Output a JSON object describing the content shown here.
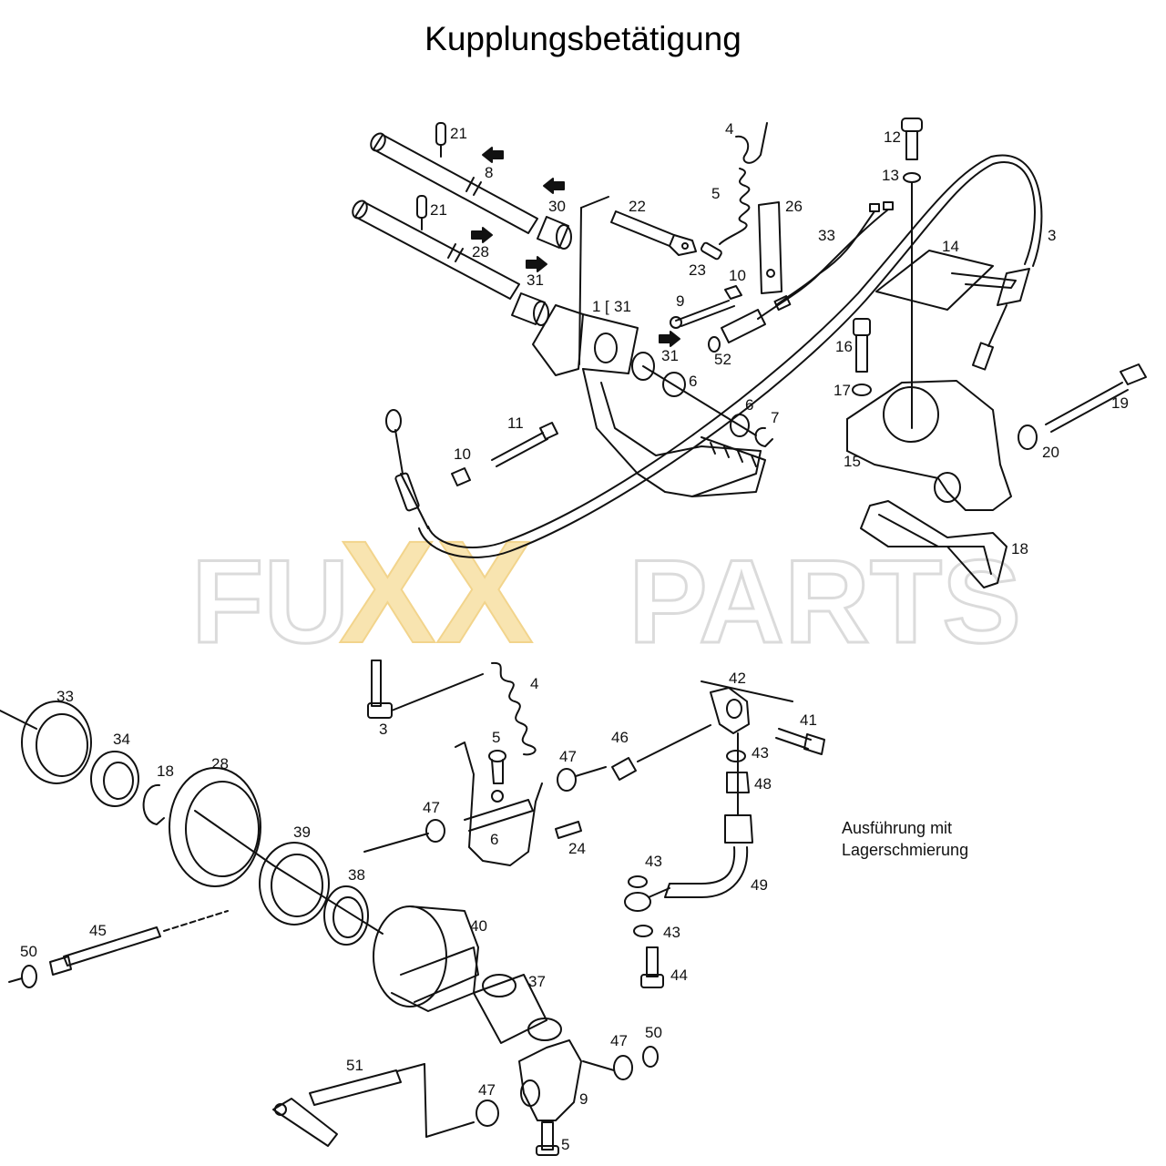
{
  "title": "Kupplungsbetätigung",
  "watermark": {
    "left": "FU",
    "mid": "XX",
    "right": "PARTS",
    "mid_color": "#f5d68a",
    "text_color": "#e2e2e2"
  },
  "note": {
    "line1": "Ausführung mit",
    "line2": "Lagerschmierung"
  },
  "callouts": [
    {
      "id": "c21a",
      "text": "21"
    },
    {
      "id": "c8",
      "text": "8"
    },
    {
      "id": "c30",
      "text": "30"
    },
    {
      "id": "c21b",
      "text": "21"
    },
    {
      "id": "c28a",
      "text": "28"
    },
    {
      "id": "c31a",
      "text": "31"
    },
    {
      "id": "c22",
      "text": "22"
    },
    {
      "id": "c4a",
      "text": "4"
    },
    {
      "id": "c5a",
      "text": "5"
    },
    {
      "id": "c26",
      "text": "26"
    },
    {
      "id": "c23",
      "text": "23"
    },
    {
      "id": "c10a",
      "text": "10"
    },
    {
      "id": "c9a",
      "text": "9"
    },
    {
      "id": "c1",
      "text": "1"
    },
    {
      "id": "c31b",
      "text": "31"
    },
    {
      "id": "c33a",
      "text": "33"
    },
    {
      "id": "c52",
      "text": "52"
    },
    {
      "id": "c31c",
      "text": "31"
    },
    {
      "id": "c6a",
      "text": "6"
    },
    {
      "id": "c6b",
      "text": "6"
    },
    {
      "id": "c7",
      "text": "7"
    },
    {
      "id": "c11",
      "text": "11"
    },
    {
      "id": "c10b",
      "text": "10"
    },
    {
      "id": "c12",
      "text": "12"
    },
    {
      "id": "c13",
      "text": "13"
    },
    {
      "id": "c14",
      "text": "14"
    },
    {
      "id": "c3a",
      "text": "3"
    },
    {
      "id": "c16",
      "text": "16"
    },
    {
      "id": "c17",
      "text": "17"
    },
    {
      "id": "c19",
      "text": "19"
    },
    {
      "id": "c15",
      "text": "15"
    },
    {
      "id": "c20",
      "text": "20"
    },
    {
      "id": "c18a",
      "text": "18"
    },
    {
      "id": "c33b",
      "text": "33"
    },
    {
      "id": "c34",
      "text": "34"
    },
    {
      "id": "c18b",
      "text": "18"
    },
    {
      "id": "c28b",
      "text": "28"
    },
    {
      "id": "c39",
      "text": "39"
    },
    {
      "id": "c38",
      "text": "38"
    },
    {
      "id": "c40",
      "text": "40"
    },
    {
      "id": "c45",
      "text": "45"
    },
    {
      "id": "c50a",
      "text": "50"
    },
    {
      "id": "c3b",
      "text": "3"
    },
    {
      "id": "c4b",
      "text": "4"
    },
    {
      "id": "c5b",
      "text": "5"
    },
    {
      "id": "c47a",
      "text": "47"
    },
    {
      "id": "c46",
      "text": "46"
    },
    {
      "id": "c47b",
      "text": "47"
    },
    {
      "id": "c6c",
      "text": "6"
    },
    {
      "id": "c24",
      "text": "24"
    },
    {
      "id": "c42",
      "text": "42"
    },
    {
      "id": "c41",
      "text": "41"
    },
    {
      "id": "c43a",
      "text": "43"
    },
    {
      "id": "c48",
      "text": "48"
    },
    {
      "id": "c43b",
      "text": "43"
    },
    {
      "id": "c49",
      "text": "49"
    },
    {
      "id": "c43c",
      "text": "43"
    },
    {
      "id": "c44",
      "text": "44"
    },
    {
      "id": "c37",
      "text": "37"
    },
    {
      "id": "c51",
      "text": "51"
    },
    {
      "id": "c47c",
      "text": "47"
    },
    {
      "id": "c50b",
      "text": "50"
    },
    {
      "id": "c47d",
      "text": "47"
    },
    {
      "id": "c9b",
      "text": "9"
    },
    {
      "id": "c5c",
      "text": "5"
    }
  ]
}
